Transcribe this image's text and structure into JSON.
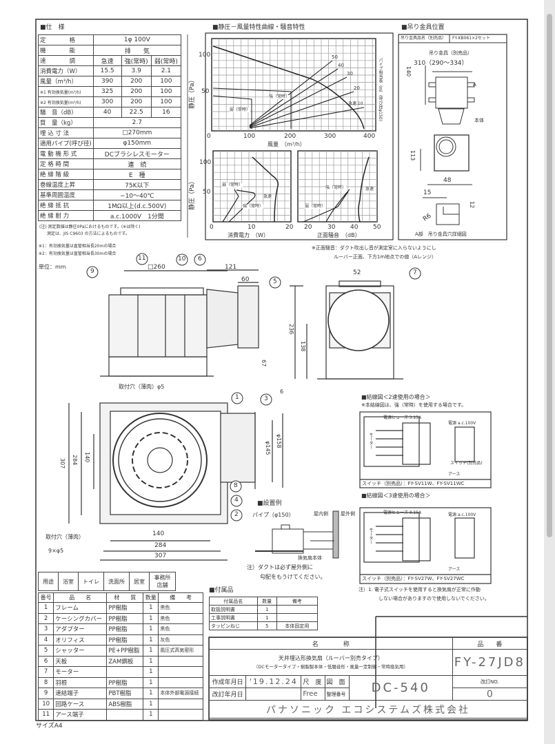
{
  "spec": {
    "heading": "■仕　様",
    "rows": [
      {
        "label": "定　　　　格",
        "values": [
          "1φ 100V"
        ]
      },
      {
        "label": "機　　　　能",
        "values": [
          "排　　気"
        ]
      },
      {
        "label": "速　　　　調",
        "values": [
          "急速",
          "強(常時)",
          "弱(常時)"
        ]
      },
      {
        "label": "消費電力（W）",
        "values": [
          "15.5",
          "3.9",
          "2.1"
        ]
      },
      {
        "label": "風量（m³/h）",
        "values": [
          "390",
          "200",
          "100"
        ]
      },
      {
        "label": "※1 有効換気量(m³/h)",
        "values": [
          "325",
          "200",
          "100"
        ]
      },
      {
        "label": "※2 有効換気量(m³/h)",
        "values": [
          "300",
          "200",
          "100"
        ]
      },
      {
        "label": "騒　音（dB）",
        "values": [
          "40",
          "22.5",
          "16"
        ]
      },
      {
        "label": "質　量（kg）",
        "values": [
          "2.7"
        ]
      },
      {
        "label": "埋 込 寸 法",
        "values": [
          "□270mm"
        ]
      },
      {
        "label": "適用パイプ(呼び径)",
        "values": [
          "φ150mm"
        ]
      },
      {
        "label": "電 動 機 形 式",
        "values": [
          "DCブラシレスモーター"
        ]
      },
      {
        "label": "定 格 時 間",
        "values": [
          "連　続"
        ]
      },
      {
        "label": "絶 縁 階 級",
        "values": [
          "E　種"
        ]
      },
      {
        "label": "巻線温度上昇",
        "values": [
          "75K以下"
        ]
      },
      {
        "label": "基準周囲温度",
        "values": [
          "−10～40℃"
        ]
      },
      {
        "label": "絶 縁 抵 抗",
        "values": [
          "1MΩ以上(d.c.500V)"
        ]
      },
      {
        "label": "絶 縁 耐 力",
        "values": [
          "a.c.1000V　1分間"
        ]
      }
    ],
    "note1": "(注) 測定数値は静圧0Paにおけるものです。(※は除く)",
    "note2": "測定は、JIS C9603 の方法によるものです。",
    "foot1": "※1：有効換気量は直管相当長20mの場合",
    "foot2": "※2：有効換気量は直管相当長30mの場合",
    "unit": "単位：mm"
  },
  "chart": {
    "heading": "■静圧－風量特性曲線・騒音特性",
    "main": {
      "ylabel": "静圧（Pa）",
      "xlabel": "風量　（m³/h）",
      "xticks": [
        "0",
        "100",
        "200",
        "300",
        "400"
      ],
      "yticks": [
        "100",
        "50"
      ],
      "right_label": "パイプ相当長（m）(呼び径φ150)",
      "curve_labels": [
        "50",
        "40",
        "30",
        "20",
        "急速 10"
      ],
      "weak": "弱（常時）",
      "strong": "強（常時）"
    },
    "power": {
      "xlabel": "消費電力　（W）",
      "ylabel": "静圧（Pa）",
      "xticks": [
        "0",
        "10",
        "20"
      ],
      "yticks": [
        "100",
        "50"
      ],
      "labels": [
        "弱（常時）",
        "強（常時）",
        "急速"
      ]
    },
    "noise": {
      "xlabel": "正面騒音　（dB）",
      "xticks": [
        "20",
        "30",
        "40",
        "50"
      ],
      "labels": [
        "弱（常時）",
        "強（常時）",
        "急速"
      ]
    },
    "note1": "※正面騒音：ダクト吹出し音が測定室に入らないようにし",
    "note2": "ルーバー正面、下方1m地点での値（Aレンジ）"
  },
  "hanger": {
    "heading": "■吊り金具位置",
    "label": "吊り金具品名（別売品）",
    "model": "FY-KB061×2セット",
    "part": "吊り金具（別売品）",
    "dim_main": "310（290～334）",
    "dim_140": "140",
    "body": "本体",
    "dim_113": "113",
    "dim_48": "48",
    "dim_15": "15",
    "dim_12": "12",
    "r6": "R6",
    "a": "A",
    "caption": "A部　吊り金具穴詳細図"
  },
  "drawing": {
    "dims": {
      "d260": "□260",
      "d121": "121",
      "d60": "60",
      "d52": "52",
      "d236": "236",
      "d138": "138",
      "d67": "67",
      "d6": "6",
      "hole": "取付穴（薄肉）φ5",
      "d307v": "307",
      "d284v": "284",
      "d140v": "140",
      "d145": "φ145",
      "d158": "φ158",
      "holes9a": "取付穴（薄肉）",
      "holes9b": "9×φ5",
      "d140": "140",
      "d284": "284",
      "d307": "307"
    },
    "callouts": [
      "1",
      "2",
      "3",
      "4",
      "5",
      "6",
      "7",
      "8",
      "9",
      "10",
      "11"
    ]
  },
  "wiring2": {
    "heading": "■結線図＜2速使用の場合＞",
    "note": "※本結線図は、強（常時）を使用する場合です。",
    "motor": "モーター",
    "fuse": "電源ヒューズ 3.15A",
    "power": "電源 a.c.100V",
    "switch": "スイッチ(別売品)",
    "earth": "アース",
    "model": "スイッチ（別売品）：FY-SV11W、FY-SV11WC"
  },
  "wiring3": {
    "heading": "■結線図＜3速使用の場合＞",
    "motor": "モーター",
    "fuse": "電源ヒューズ 3.15A",
    "power": "電源 a.c.100V",
    "earth": "アース",
    "model": "スイッチ（別売品）：FY-SV27W、FY-SV27WC",
    "note1": "注）1. 電子式スイッチを使用すると換気扇が正常に作動",
    "note2": "しない場合がありますので使用しないでください。"
  },
  "install": {
    "heading": "■設置例",
    "pipe": "パイプ（φ150）",
    "indoor": "屋内側",
    "outdoor": "屋外側",
    "body": "換気扇本体",
    "note1": "注）ダクトは必ず屋外側に",
    "note2": "勾配をもうけてください。"
  },
  "usage": {
    "cells": [
      "用途",
      "浴室",
      "トイレ",
      "洗面所",
      "居室",
      "事務所 店舗"
    ]
  },
  "parts": {
    "headers": [
      "番号",
      "品　　名",
      "材　　質",
      "数量",
      "備　　考"
    ],
    "rows": [
      [
        "1",
        "フレーム",
        "PP樹脂",
        "1",
        "黒色"
      ],
      [
        "2",
        "ケーシングカバー",
        "PP樹脂",
        "1",
        "黒色"
      ],
      [
        "3",
        "アダプター",
        "PP樹脂",
        "1",
        "黒色"
      ],
      [
        "4",
        "オリフィス",
        "PP樹脂",
        "1",
        "灰色"
      ],
      [
        "5",
        "シャッター",
        "PE+PP樹脂",
        "1",
        "風圧式高気密形"
      ],
      [
        "6",
        "天板",
        "ZAM鋼板",
        "1",
        ""
      ],
      [
        "7",
        "モーター",
        "",
        "1",
        ""
      ],
      [
        "8",
        "羽根",
        "PP樹脂",
        "1",
        ""
      ],
      [
        "9",
        "速結端子",
        "PBT樹脂",
        "1",
        "本体外部電源接続"
      ],
      [
        "10",
        "回路ケース",
        "ABS樹脂",
        "1",
        ""
      ],
      [
        "11",
        "アース端子",
        "",
        "1",
        ""
      ]
    ]
  },
  "accessories": {
    "heading": "■付属品",
    "headers": [
      "付属品名",
      "数量",
      "備考"
    ],
    "rows": [
      [
        "取扱説明書",
        "1",
        ""
      ],
      [
        "工事説明書",
        "1",
        ""
      ],
      [
        "タッピンねじ",
        "5",
        "本体固定用"
      ]
    ]
  },
  "titleblock": {
    "name_label": "名　　　　称",
    "name1": "天井埋込形換気扇（ルーバー別売タイプ）",
    "name2": "（DCモータータイプ・樹脂製本体・低騒音形・風量一定制御・常時換気用）",
    "part_label": "品　　番",
    "part_no": "FY-27JD8",
    "created_label": "作成年月日",
    "created": "'19.12.24",
    "revised_label": "改訂年月日",
    "scale_label": "尺　度",
    "scale": "Free",
    "drawing_label": "図　面",
    "ref_label": "整理番号",
    "drawing_no": "DC-540",
    "rev_label": "改訂NO.",
    "rev": "0",
    "company": "パナソニック エコシステムズ株式会社"
  },
  "size": "サイズA4"
}
